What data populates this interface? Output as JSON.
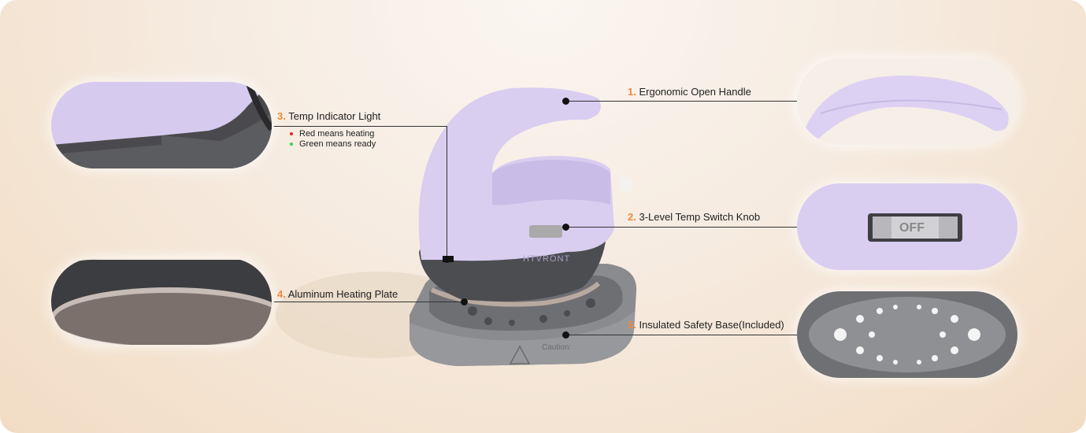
{
  "brand": "HTVRONT",
  "features": [
    {
      "number": "1.",
      "label": "Ergonomic Open Handle"
    },
    {
      "number": "2.",
      "label": "3-Level Temp Switch Knob"
    },
    {
      "number": "3.",
      "label": "Temp Indicator Light",
      "notes": [
        {
          "text": "Red means heating",
          "color": "#e8231f"
        },
        {
          "text": "Green means ready",
          "color": "#2fd64a"
        }
      ]
    },
    {
      "number": "4.",
      "label": "Aluminum Heating Plate"
    },
    {
      "number": "5.",
      "label": "Insulated Safety Base(Included)"
    }
  ],
  "knob_label": "OFF",
  "base_caution": "Caution:",
  "colors": {
    "accent": "#f08a3c",
    "lavender": "#d9cdf0",
    "gray": "#8a8b8f"
  }
}
